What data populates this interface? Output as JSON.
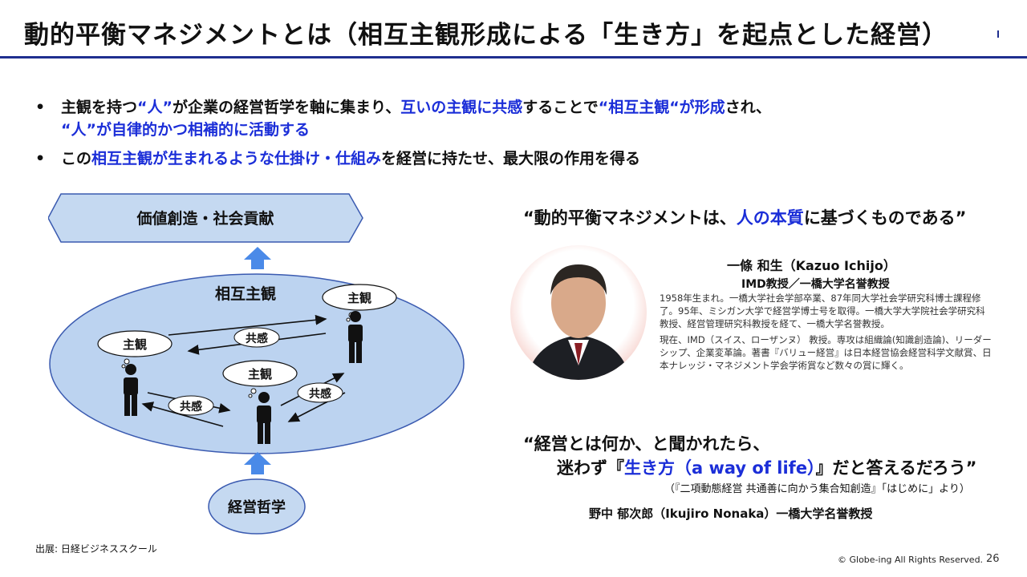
{
  "header": {
    "title": "動的平衡マネジメントとは（相互主観形成による「生き方」を起点とした経営）"
  },
  "bullets": [
    {
      "marker": "•",
      "line1": [
        {
          "text": "主観を持つ",
          "hl": false
        },
        {
          "text": "“人”",
          "hl": true
        },
        {
          "text": "が企業の経営哲学を軸に集まり、",
          "hl": false
        },
        {
          "text": "互いの主観に共感",
          "hl": true
        },
        {
          "text": "することで",
          "hl": false
        },
        {
          "text": "“相互主観“が形成",
          "hl": true
        },
        {
          "text": "され、",
          "hl": false
        }
      ],
      "line2": [
        {
          "text": "“人”が自律的かつ相補的に活動する",
          "hl": true
        }
      ]
    },
    {
      "marker": "•",
      "line1": [
        {
          "text": "この",
          "hl": false
        },
        {
          "text": "相互主観が生まれるような仕掛け・仕組み",
          "hl": true
        },
        {
          "text": "を経営に持たせ、最大限の作用を得る",
          "hl": false
        }
      ]
    }
  ],
  "diagram": {
    "top_box": "価値創造・社会貢献",
    "ellipse_label": "相互主観",
    "bubble_label": "主観",
    "empathy_label": "共感",
    "bottom_circle": "経営哲学"
  },
  "quote1": {
    "parts": [
      {
        "text": "“動的平衡マネジメントは、",
        "hl": false
      },
      {
        "text": "人の本質",
        "hl": true
      },
      {
        "text": "に基づくものである”",
        "hl": false
      }
    ]
  },
  "person": {
    "name": "一條 和生（Kazuo Ichijo）",
    "title": "IMD教授／一橋大学名誉教授",
    "bio1": "1958年生まれ。一橋大学社会学部卒業、87年同大学社会学研究科博士課程修了。95年、ミシガン大学で経営学博士号を取得。一橋大学大学院社会学研究科教授、経営管理研究科教授を経て、一橋大学名誉教授。",
    "bio2": "現在、IMD（スイス、ローザンヌ） 教授。専攻は組織論(知識創造論)、リーダーシップ、企業変革論。著書『バリュー経営』は日本経営協会経営科学文献賞、日本ナレッジ・マネジメント学会学術賞など数々の賞に輝く。"
  },
  "quote2": {
    "line1": "“経営とは何か、と聞かれたら、",
    "line2_parts": [
      {
        "text": "迷わず『",
        "hl": false
      },
      {
        "text": "生き方（a way of life）",
        "hl": true
      },
      {
        "text": "』だと答えるだろう”",
        "hl": false
      }
    ],
    "source": "（『二項動態経営 共通善に向かう集合知創造』「はじめに」より）",
    "author": "野中 郁次郎（Ikujiro Nonaka）一橋大学名誉教授"
  },
  "footer": {
    "source": "出展: 日経ビジネススクール",
    "copyright": "© Globe-ing All Rights Reserved.",
    "page": "26"
  },
  "colors": {
    "accent": "#1b2ed8",
    "rule": "#1f2f8f",
    "ellipse_fill": "#bcd3f0",
    "box_fill": "#c5d9f1",
    "arrow_blue": "#4a8ae8",
    "figure": "#111111"
  }
}
